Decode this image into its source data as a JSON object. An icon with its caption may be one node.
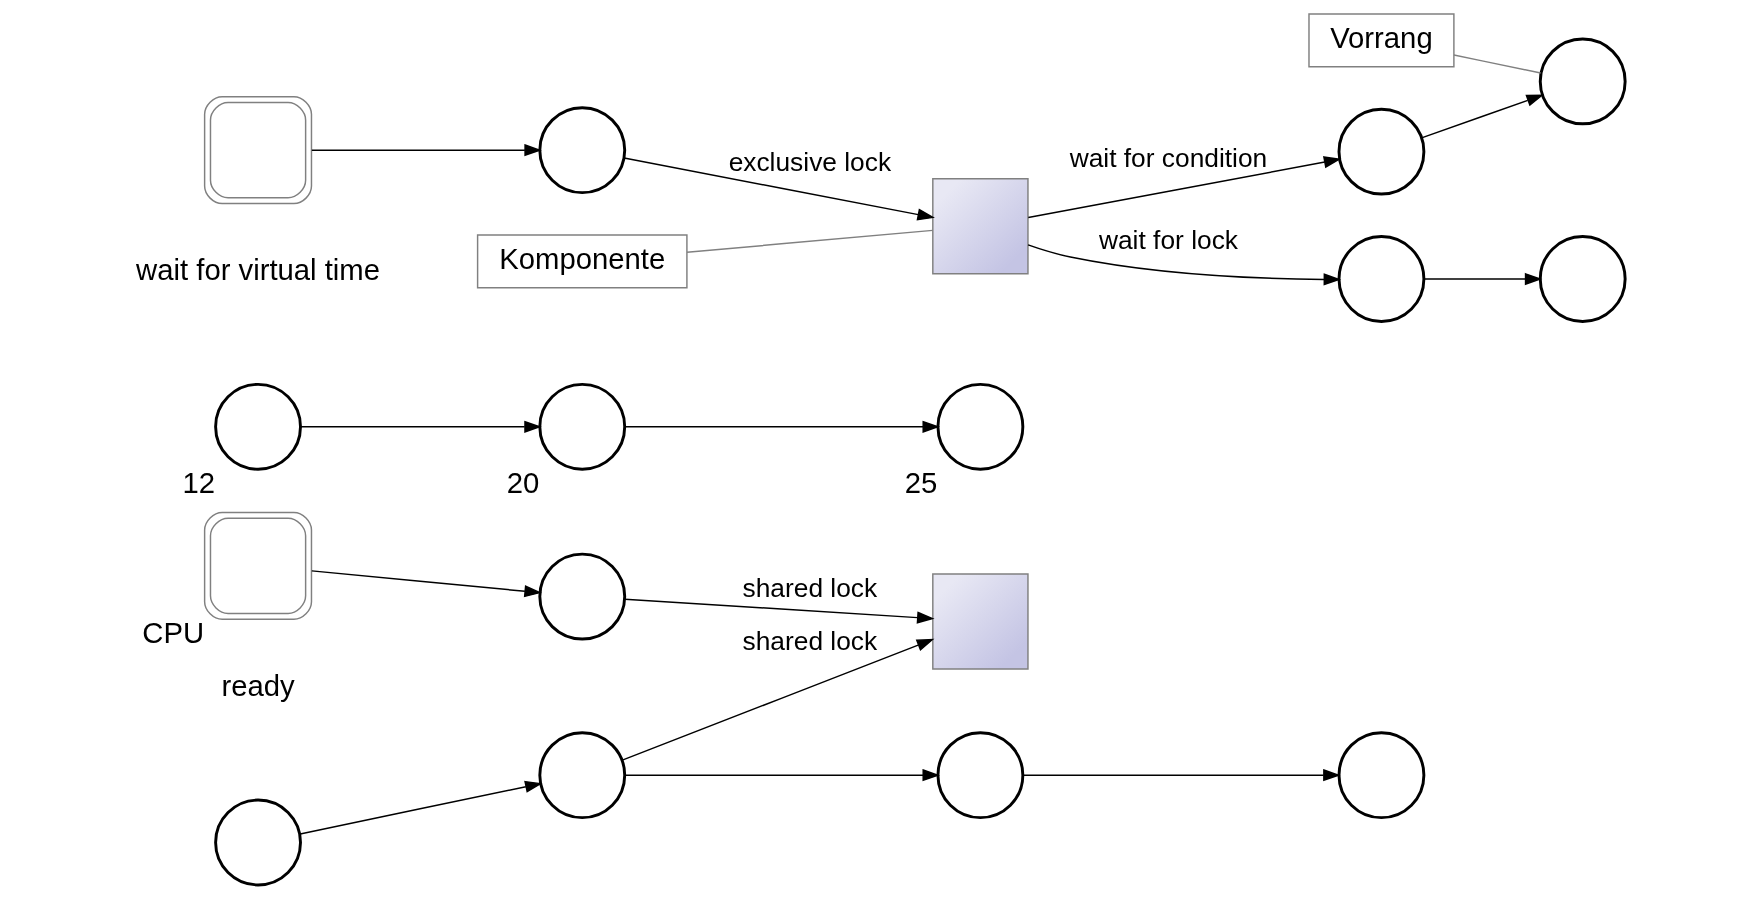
{
  "diagram": {
    "nodes": [
      {
        "text": [],
        "shape": "circle"
      },
      {
        "text": [],
        "shape": "circle"
      },
      {
        "text": [],
        "shape": "circle"
      },
      {
        "text": [],
        "shape": "circle"
      },
      {
        "text": [],
        "shape": "circle",
        "beside": [
          "12"
        ]
      },
      {
        "text": [],
        "shape": "circle",
        "beside": [
          "20"
        ]
      },
      {
        "text": [],
        "shape": "circle",
        "beside": [
          "25"
        ]
      },
      {
        "text": [],
        "shape": "box",
        "beside": [
          "CPU"
        ]
      },
      {
        "text": [],
        "shape": "box"
      },
      {
        "text": [],
        "shape": "circle"
      },
      {
        "text": [],
        "shape": "circle"
      },
      {
        "text": [],
        "shape": "box"
      },
      {
        "text": [],
        "shape": "box"
      },
      {
        "text": [],
        "shape": "circle"
      },
      {
        "text": [],
        "shape": "circle"
      },
      {
        "text": [],
        "shape": "circle"
      },
      {
        "text": [],
        "shape": "circle"
      },
      {
        "text": [
          "Vorrang"
        ]
      },
      {
        "text": [
          "Komponente"
        ]
      }
    ],
    "edges": [
      {
        "from": 0,
        "to": 1,
        "arrow": "to"
      },
      {
        "from": 1,
        "to": 2,
        "arrow": "to"
      },
      {
        "from": 2,
        "to": 3,
        "arrow": "to"
      },
      {
        "from": 4,
        "to": 5,
        "arrow": "to"
      },
      {
        "from": 5,
        "to": 6,
        "arrow": "to"
      },
      {
        "from": 1,
        "to": 11,
        "arrow": "to",
        "label": "shared lock"
      },
      {
        "from": 7,
        "to": 9,
        "arrow": "to"
      },
      {
        "from": 8,
        "to": 10,
        "arrow": "to"
      },
      {
        "from": 9,
        "to": 11,
        "arrow": "to",
        "label": "shared lock"
      },
      {
        "from": 10,
        "to": 12,
        "arrow": "to",
        "label": "exclusive lock"
      },
      {
        "from": 12,
        "to": 13,
        "arrow": "to",
        "label": "wait for condition"
      },
      {
        "from": 12,
        "to": 15,
        "arrow": "to",
        "label": "wait for lock"
      },
      {
        "from": 13,
        "to": 14,
        "arrow": "to"
      },
      {
        "from": 15,
        "to": 16,
        "arrow": "to"
      },
      {
        "from": 17,
        "to": 14,
        "arrow": "none",
        "color": "#808080"
      },
      {
        "from": 18,
        "to": 12,
        "arrow": "none",
        "color": "#808080"
      }
    ],
    "labels": [
      "ready",
      "wait for virtual time"
    ]
  }
}
